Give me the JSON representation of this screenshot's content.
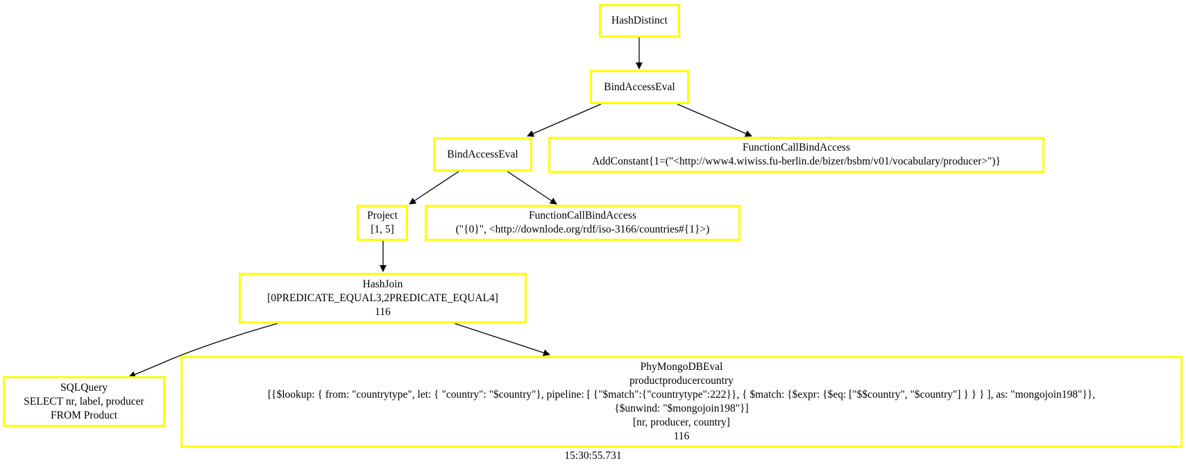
{
  "diagram": {
    "nodes": {
      "hashdistinct": {
        "lines": [
          "HashDistinct"
        ]
      },
      "bindaccess1": {
        "lines": [
          "BindAccessEval"
        ]
      },
      "funccall1": {
        "lines": [
          "FunctionCallBindAccess",
          "AddConstant{1=(\"<http://www4.wiwiss.fu-berlin.de/bizer/bsbm/v01/vocabulary/producer>\")}"
        ]
      },
      "bindaccess2": {
        "lines": [
          "BindAccessEval"
        ]
      },
      "project": {
        "lines": [
          "Project",
          "[1, 5]"
        ]
      },
      "funccall2": {
        "lines": [
          "FunctionCallBindAccess",
          "(\"{0}\", <http://downlode.org/rdf/iso-3166/countries#{1}>)"
        ]
      },
      "hashjoin": {
        "lines": [
          "HashJoin",
          "[0PREDICATE_EQUAL3,2PREDICATE_EQUAL4]",
          "116"
        ]
      },
      "sqlquery": {
        "lines": [
          "SQLQuery",
          "SELECT nr, label, producer",
          "FROM Product"
        ]
      },
      "mongo": {
        "lines": [
          "PhyMongoDBEval",
          "productproducercountry",
          "[{$lookup: { from: \"countrytype\", let: { \"country\": \"$country\"}, pipeline: [ {\"$match\":{\"countrytype\":222}}, { $match: {$expr: {$eq: [\"$$country\", \"$country\"] } } } ], as: \"mongojoin198\"}},",
          "{$unwind: \"$mongojoin198\"}]",
          "[nr, producer, country]",
          "116"
        ]
      }
    },
    "edges": [
      [
        "hashdistinct",
        "bindaccess1"
      ],
      [
        "bindaccess1",
        "bindaccess2"
      ],
      [
        "bindaccess1",
        "funccall1"
      ],
      [
        "bindaccess2",
        "project"
      ],
      [
        "bindaccess2",
        "funccall2"
      ],
      [
        "project",
        "hashjoin"
      ],
      [
        "hashjoin",
        "sqlquery"
      ],
      [
        "hashjoin",
        "mongo"
      ]
    ],
    "caption": "15:30:55.731"
  },
  "colors": {
    "node_border": "#ffff00",
    "edge": "#000000",
    "background": "#ffffff"
  }
}
